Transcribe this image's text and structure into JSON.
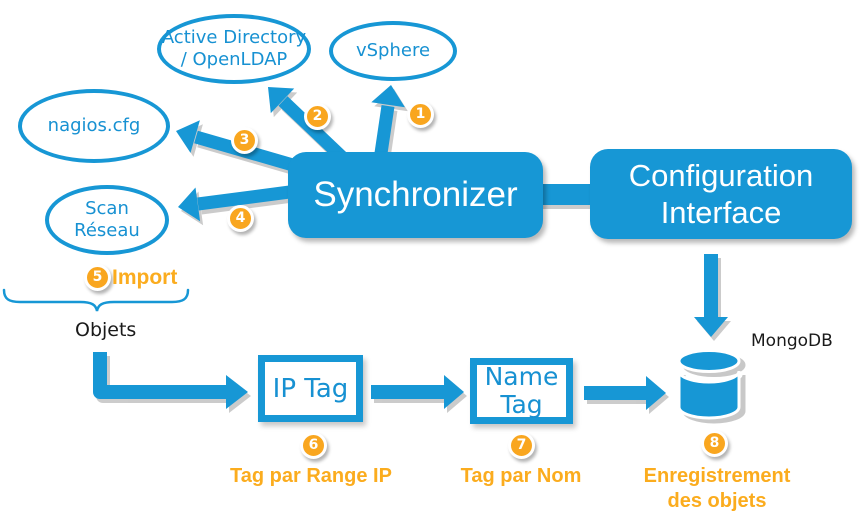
{
  "title": "Synchronizer import flow diagram",
  "colors": {
    "blue": "#1797D5",
    "blue_text": "#1791D2",
    "orange_badge": "#F9A61F",
    "orange_label": "#FBAC1E"
  },
  "nodes": {
    "active_directory": {
      "line1": "Active Directory",
      "line2": "/ OpenLDAP"
    },
    "vsphere": {
      "label": "vSphere"
    },
    "nagios": {
      "label": "nagios.cfg"
    },
    "scan_reseau": {
      "line1": "Scan",
      "line2": "Réseau"
    },
    "synchronizer": {
      "label": "Synchronizer"
    },
    "configuration_interface": {
      "line1": "Configuration",
      "line2": "Interface"
    },
    "ip_tag": {
      "label": "IP Tag"
    },
    "name_tag": {
      "line1": "Name",
      "line2": "Tag"
    },
    "mongodb": {
      "label": "MongoDB"
    }
  },
  "steps": [
    "1",
    "2",
    "3",
    "4",
    "5",
    "6",
    "7",
    "8"
  ],
  "labels": {
    "import": "Import",
    "objets": "Objets",
    "tag_par_range_ip": "Tag par Range IP",
    "tag_par_nom": "Tag par Nom",
    "enregistrement_line1": "Enregistrement",
    "enregistrement_line2": "des objets"
  }
}
